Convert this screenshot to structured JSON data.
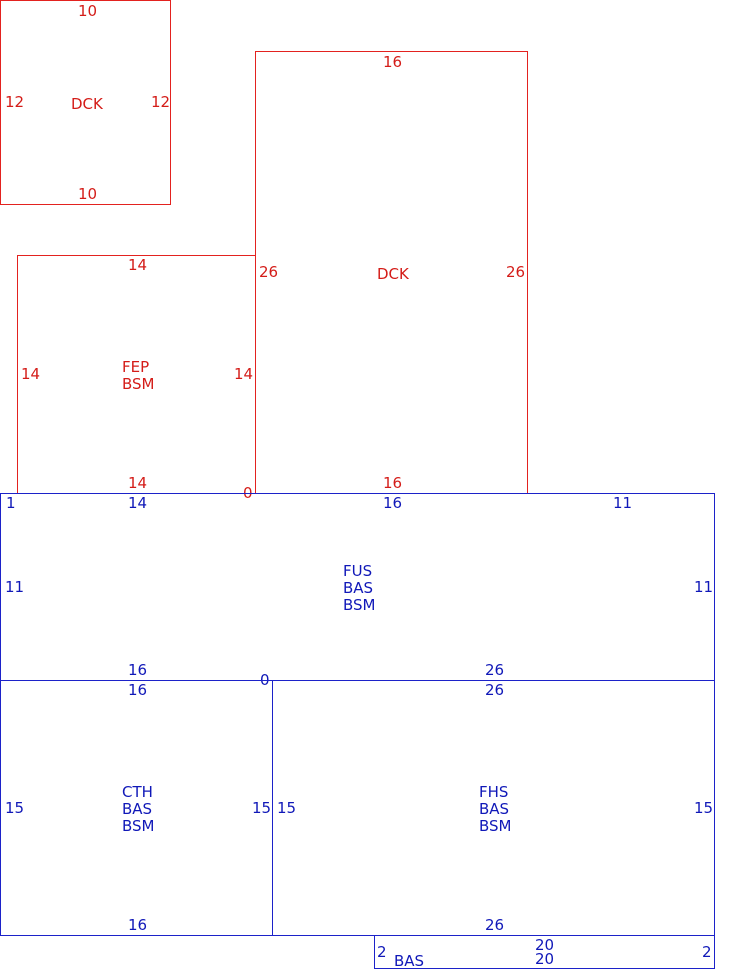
{
  "rooms": {
    "dck_small": {
      "tags": [
        "DCK"
      ],
      "top": "10",
      "bottom": "10",
      "left": "12",
      "right": "12"
    },
    "dck_large": {
      "tags": [
        "DCK"
      ],
      "top": "16",
      "bottom": "16",
      "left": "26",
      "right": "26",
      "corner": "0"
    },
    "fep": {
      "tags": [
        "FEP",
        "BSM"
      ],
      "top": "14",
      "bottom": "14",
      "left": "14",
      "right": "14"
    },
    "fus": {
      "tags": [
        "FUS",
        "BAS",
        "BSM"
      ],
      "top_left": "14",
      "top_mid": "16",
      "top_right": "11",
      "left": "11",
      "right": "11",
      "bottom_left": "16",
      "bottom_right": "26",
      "corner": "1",
      "corner_b": "0"
    },
    "cth": {
      "tags": [
        "CTH",
        "BAS",
        "BSM"
      ],
      "top": "16",
      "bottom": "16",
      "left": "15",
      "right": "15"
    },
    "fhs": {
      "tags": [
        "FHS",
        "BAS",
        "BSM"
      ],
      "top": "26",
      "bottom": "26",
      "left": "15",
      "right": "15"
    },
    "bas_strip": {
      "tags": [
        "BAS"
      ],
      "top": "20",
      "bottom": "20",
      "left": "2",
      "right": "2"
    }
  }
}
